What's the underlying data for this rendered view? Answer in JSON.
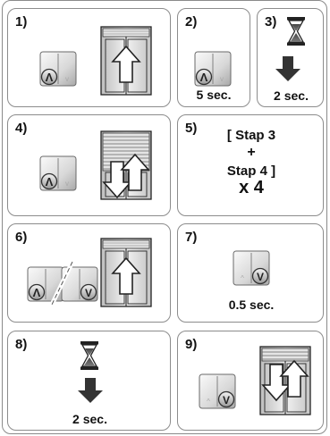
{
  "steps": [
    {
      "num": "1)"
    },
    {
      "num": "2)",
      "caption": "5 sec."
    },
    {
      "num": "3)",
      "caption": "2 sec."
    },
    {
      "num": "4)"
    },
    {
      "num": "5)",
      "line1": "[ Stap 3",
      "line2": "+",
      "line3": "Stap 4 ]",
      "line4": "x 4"
    },
    {
      "num": "6)"
    },
    {
      "num": "7)",
      "caption": "0.5 sec."
    },
    {
      "num": "8)",
      "caption": "2 sec."
    },
    {
      "num": "9)"
    }
  ],
  "icons": {
    "up_glyph": "Λ",
    "down_glyph": "V"
  }
}
